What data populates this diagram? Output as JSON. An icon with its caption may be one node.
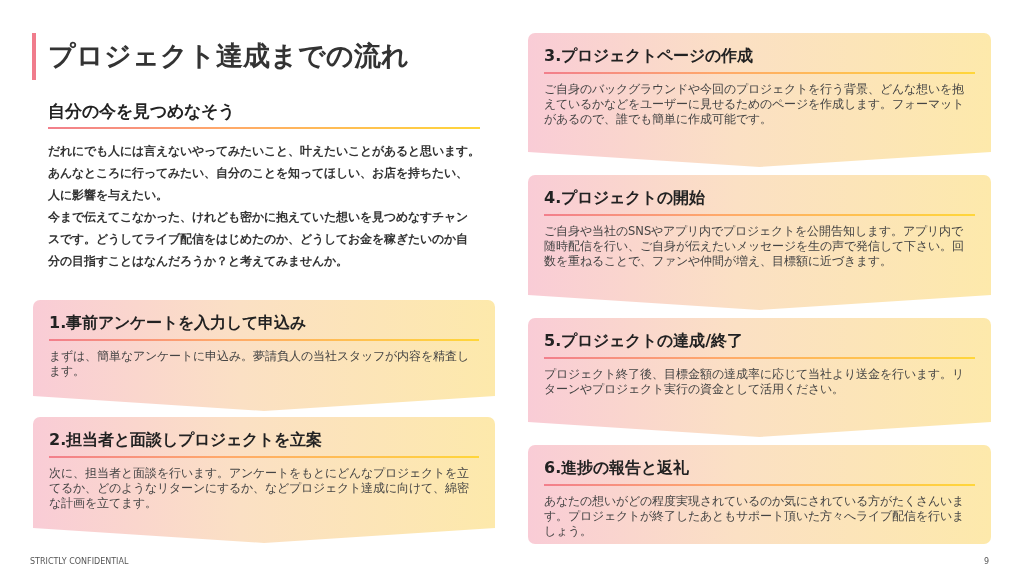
{
  "diagram": {
    "title": "プロジェクト達成までの流れ",
    "nodes": [
      {
        "text": [
          "1.事前アンケートを入力して申込み",
          "まずは、簡単なアンケートに申込み。夢請負人の当社スタッフが内容を精査します。"
        ]
      },
      {
        "text": [
          "2.担当者と面談しプロジェクトを立案",
          "次に、担当者と面談を行います。アンケートをもとにどんなプロジェクトを立てるか、どのようなリターンにするか、などプロジェクト達成に向けて、綿密な計画を立てます。"
        ]
      },
      {
        "text": [
          "3.プロジェクトページの作成",
          "ご自身のバックグラウンドや今回のプロジェクトを行う背景、どんな想いを抱えているかなどをユーザーに見せるためのページを作成します。フォーマットがあるので、誰でも簡単に作成可能です。"
        ]
      },
      {
        "text": [
          "4.プロジェクトの開始",
          "ご自身や当社のSNSやアプリ内でプロジェクトを公開告知します。アプリ内で随時配信を行い、ご自身が伝えたいメッセージを生の声で発信して下さい。回数を重ねることで、ファンや仲間が増え、目標額に近づきます。"
        ]
      },
      {
        "text": [
          "5.プロジェクトの達成/終了",
          "プロジェクト終了後、目標金額の達成率に応じて当社より送金を行います。リターンやプロジェクト実行の資金として活用ください。"
        ]
      },
      {
        "text": [
          "6.進捗の報告と返礼",
          "あなたの想いがどの程度実現されているのか気にされている方がたくさんいます。プロジェクトが終了したあともサポート頂いた方々へライブ配信を行いましょう。"
        ]
      }
    ],
    "labels": [
      "自分の今を見つめなそう",
      "だれにでも人には言えないやってみたいこと、叶えたいことがあると思います。",
      "あんなところに行ってみたい、自分のことを知ってほしい、お店を持ちたい、人に影響を与えたい。",
      "今まで伝えてこなかった、けれども密かに抱えていた想いを見つめなすチャンスです。どうしてライブ配信をはじめたのか、どうしてお金を稼ぎたいのか自分の目指すことはなんだろうか？と考えてみませんか。",
      "STRICTLY CONFIDENTIAL",
      "9"
    ]
  }
}
